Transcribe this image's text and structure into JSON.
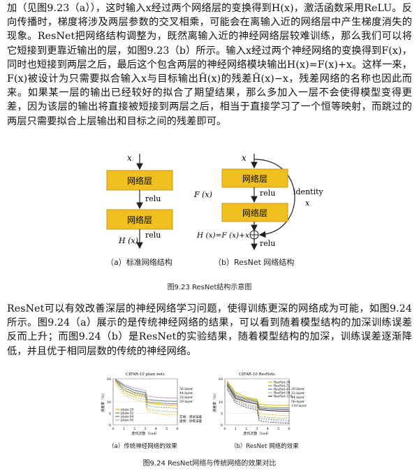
{
  "paragraph1": "加（见图9.23（a）），这时输入x经过两个网络层的变换得到H(x)，激活函数采用ReLU。反向传播时，梯度将涉及两层参数的交叉相乘，可能会在离输入近的网络层中产生梯度消失的现象。ResNet把网络结构调整为，既然离输入近的神经网络层较难训练，那么我们可以将它短接到更靠近输出的层，如图9.23（b）所示。输入x经过两个神经网络的变换得到F(x)，同时也短接到两层之后，最后这个包含两层的神经网络模块输出H(x)=F(x)+x。这样一来，F(x)被设计为只需要拟合输入x与目标输出H̃(x)的残差H̃(x)−x，残差网络的名称也因此而来。如果某一层的输出已经较好的拟合了期望结果，那么多加入一层不会使得模型变得更差，因为该层的输出将直接被短接到两层之后，相当于直接学习了一个恒等映射，而跳过的两层只需要拟合上层输出和目标之间的残差即可。",
  "paragraph2": "ResNet可以有效改善深层的神经网络学习问题，使得训练更深的网络成为可能，如图9.24所示。图9.24（a）展示的是传统神经网络的结果，可以看到随着模型结构的加深训练误差反而上升；而图9.24（b）是ResNet的实验结果，随着模型结构的加深，训练误差逐渐降低，并且优于相同层数的传统的神经网络。",
  "figure_9_23": {
    "left": {
      "input": "x",
      "layer1": "网络层",
      "act1": "relu",
      "layer2": "网络层",
      "act2": "relu",
      "output": "H (x)",
      "caption": "（a）标准网络结构"
    },
    "right": {
      "input": "x",
      "fx": "F (x)",
      "layer1": "网络层",
      "act1": "relu",
      "layer2": "网络层",
      "identity": "identity",
      "identity_x": "x",
      "sum_label": "H (x)=F (x)+x",
      "act2": "relu",
      "caption": "（b）ResNet 网络结构"
    },
    "caption": "图9.23    ResNet结构示意图",
    "colors": {
      "layer_fill": "#f0c020",
      "layer_border": "#c89a10"
    }
  },
  "figure_9_24": {
    "caption": "图9.24    ResNet网络与传统网络的效果对比",
    "left_caption": "（a）传统神经网络的效果",
    "right_caption": "（b）ResNet 网络的效果",
    "chart_data": [
      {
        "type": "line",
        "title": "CIFAR-10 plain nets",
        "xlabel": "迭代次数（1e4）",
        "ylabel": "误差率（%）",
        "xlim": [
          0,
          6
        ],
        "ylim": [
          0,
          20
        ],
        "xticks": [
          "0",
          "1",
          "2",
          "3",
          "4",
          "5",
          "6"
        ],
        "yticks": [
          "0",
          "5",
          "10",
          "20"
        ],
        "legend": [
          "plain-20",
          "plain-32",
          "plain-44",
          "plain-56"
        ],
        "legend_position": "bottom-left",
        "right_labels": [
          "56-layer",
          "44-layer",
          "32-layer",
          "20-layer"
        ],
        "note": [
          "实线：测试误差",
          "虚线：训练误差"
        ],
        "series": [
          {
            "name": "plain-20",
            "color": "#e8b400",
            "test": [
              [
                0.2,
                19
              ],
              [
                1,
                15
              ],
              [
                2,
                13
              ],
              [
                3,
                12
              ],
              [
                3.2,
                9.5
              ],
              [
                4,
                9
              ],
              [
                5,
                8.6
              ],
              [
                6,
                8.5
              ]
            ],
            "train": [
              [
                0.2,
                18
              ],
              [
                1,
                13
              ],
              [
                2,
                11
              ],
              [
                3,
                10
              ],
              [
                3.2,
                6
              ],
              [
                4,
                5
              ],
              [
                5,
                4.5
              ],
              [
                6,
                4.3
              ]
            ]
          },
          {
            "name": "plain-32",
            "color": "#8a9a3a",
            "test": [
              [
                0.2,
                19.5
              ],
              [
                1,
                16
              ],
              [
                2,
                14
              ],
              [
                3,
                13
              ],
              [
                3.2,
                10
              ],
              [
                4,
                9.6
              ],
              [
                5,
                9.3
              ],
              [
                6,
                9.2
              ]
            ],
            "train": [
              [
                0.2,
                19
              ],
              [
                1,
                14
              ],
              [
                2,
                12
              ],
              [
                3,
                11
              ],
              [
                3.2,
                7
              ],
              [
                4,
                6.2
              ],
              [
                5,
                5.8
              ],
              [
                6,
                5.6
              ]
            ]
          },
          {
            "name": "plain-44",
            "color": "#4f7f99",
            "test": [
              [
                0.2,
                19.8
              ],
              [
                1,
                17
              ],
              [
                2,
                15
              ],
              [
                3,
                14
              ],
              [
                3.2,
                11
              ],
              [
                4,
                10.6
              ],
              [
                5,
                10.3
              ],
              [
                6,
                10.2
              ]
            ],
            "train": [
              [
                0.2,
                19.5
              ],
              [
                1,
                15
              ],
              [
                2,
                13.5
              ],
              [
                3,
                12.5
              ],
              [
                3.2,
                8.5
              ],
              [
                4,
                7.8
              ],
              [
                5,
                7.4
              ],
              [
                6,
                7.2
              ]
            ]
          },
          {
            "name": "plain-56",
            "color": "#c8a0c0",
            "test": [
              [
                0.2,
                20
              ],
              [
                1,
                17.5
              ],
              [
                2,
                16
              ],
              [
                3,
                15
              ],
              [
                3.2,
                12.5
              ],
              [
                4,
                12
              ],
              [
                5,
                11.7
              ],
              [
                6,
                11.6
              ]
            ],
            "train": [
              [
                0.2,
                20
              ],
              [
                1,
                16
              ],
              [
                2,
                14.5
              ],
              [
                3,
                13.5
              ],
              [
                3.2,
                10
              ],
              [
                4,
                9.5
              ],
              [
                5,
                9.2
              ],
              [
                6,
                9
              ]
            ]
          }
        ]
      },
      {
        "type": "line",
        "title": "CIFAR-10 ResNets",
        "xlabel": "迭代次数（1e4）",
        "ylabel": "误差率（%）",
        "xlim": [
          0,
          6
        ],
        "ylim": [
          0,
          20
        ],
        "xticks": [
          "0",
          "1",
          "2",
          "3",
          "4",
          "5",
          "6"
        ],
        "yticks": [
          "0",
          "5",
          "10",
          "20"
        ],
        "legend": [
          "ResNet-20",
          "ResNet-32",
          "ResNet-44",
          "ResNet-56",
          "ResNet-110"
        ],
        "legend_position": "top-right",
        "right_labels": [
          "20-layer",
          "32-layer",
          "44-layer",
          "56-layer",
          "110-layer"
        ],
        "series": [
          {
            "name": "ResNet-20",
            "color": "#e8b400",
            "test": [
              [
                0.2,
                19
              ],
              [
                1,
                14
              ],
              [
                2,
                12
              ],
              [
                3,
                11
              ],
              [
                3.2,
                9
              ],
              [
                4,
                8.6
              ],
              [
                5,
                8.5
              ],
              [
                6,
                8.5
              ]
            ],
            "train": [
              [
                0.2,
                18
              ],
              [
                1,
                12
              ],
              [
                2,
                10
              ],
              [
                3,
                9
              ],
              [
                3.2,
                5
              ],
              [
                4,
                4.5
              ],
              [
                5,
                4.2
              ],
              [
                6,
                4
              ]
            ]
          },
          {
            "name": "ResNet-32",
            "color": "#8a9a3a",
            "test": [
              [
                0.2,
                18.5
              ],
              [
                1,
                13
              ],
              [
                2,
                11.5
              ],
              [
                3,
                10.5
              ],
              [
                3.2,
                8
              ],
              [
                4,
                7.6
              ],
              [
                5,
                7.5
              ],
              [
                6,
                7.4
              ]
            ],
            "train": [
              [
                0.2,
                17
              ],
              [
                1,
                11
              ],
              [
                2,
                9
              ],
              [
                3,
                8
              ],
              [
                3.2,
                3.8
              ],
              [
                4,
                3.3
              ],
              [
                5,
                3
              ],
              [
                6,
                2.8
              ]
            ]
          },
          {
            "name": "ResNet-44",
            "color": "#4f7f99",
            "test": [
              [
                0.2,
                18
              ],
              [
                1,
                12.5
              ],
              [
                2,
                11
              ],
              [
                3,
                10
              ],
              [
                3.2,
                7.4
              ],
              [
                4,
                7
              ],
              [
                5,
                6.9
              ],
              [
                6,
                6.8
              ]
            ],
            "train": [
              [
                0.2,
                16.5
              ],
              [
                1,
                10.5
              ],
              [
                2,
                8.5
              ],
              [
                3,
                7.5
              ],
              [
                3.2,
                3
              ],
              [
                4,
                2.5
              ],
              [
                5,
                2.2
              ],
              [
                6,
                2
              ]
            ]
          },
          {
            "name": "ResNet-56",
            "color": "#c8a0c0",
            "test": [
              [
                0.2,
                18
              ],
              [
                1,
                12
              ],
              [
                2,
                10.5
              ],
              [
                3,
                9.5
              ],
              [
                3.2,
                7
              ],
              [
                4,
                6.6
              ],
              [
                5,
                6.5
              ],
              [
                6,
                6.4
              ]
            ],
            "train": [
              [
                0.2,
                16
              ],
              [
                1,
                10
              ],
              [
                2,
                8
              ],
              [
                3,
                7
              ],
              [
                3.2,
                2.4
              ],
              [
                4,
                1.9
              ],
              [
                5,
                1.6
              ],
              [
                6,
                1.4
              ]
            ]
          },
          {
            "name": "ResNet-110",
            "color": "#333333",
            "test": [
              [
                0.2,
                17.5
              ],
              [
                1,
                11.5
              ],
              [
                2,
                10
              ],
              [
                3,
                9
              ],
              [
                3.2,
                6.6
              ],
              [
                4,
                6.2
              ],
              [
                5,
                6
              ],
              [
                6,
                5.9
              ]
            ],
            "train": [
              [
                0.2,
                15.5
              ],
              [
                1,
                9.5
              ],
              [
                2,
                7.5
              ],
              [
                3,
                6.5
              ],
              [
                3.2,
                1.8
              ],
              [
                4,
                1.2
              ],
              [
                5,
                0.9
              ],
              [
                6,
                0.7
              ]
            ]
          }
        ]
      }
    ]
  }
}
